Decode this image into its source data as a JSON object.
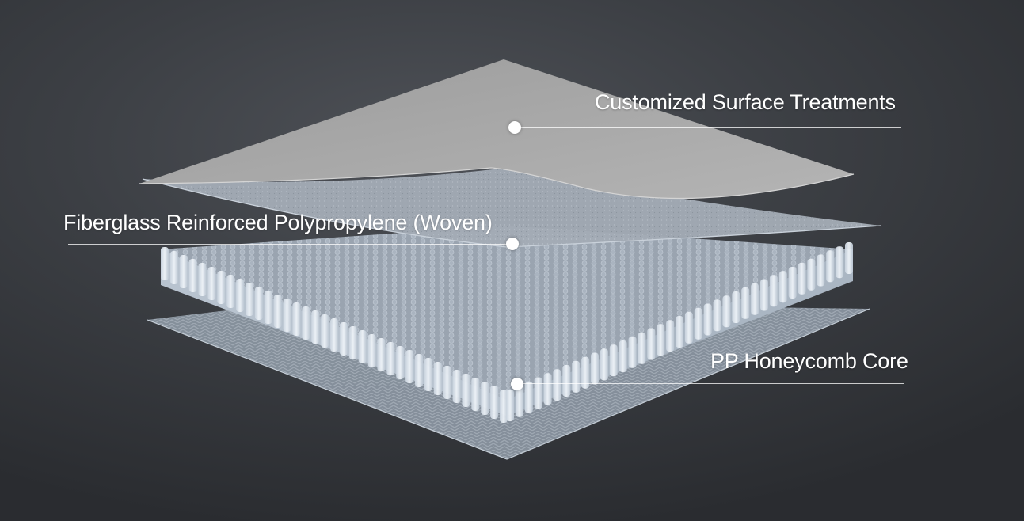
{
  "callouts": [
    {
      "id": "surface",
      "label": "Customized Surface Treatments"
    },
    {
      "id": "fiberglass",
      "label": "Fiberglass Reinforced Polypropylene (Woven)"
    },
    {
      "id": "honeycomb",
      "label": "PP Honeycomb Core"
    }
  ],
  "colors": {
    "surface_sheet": "#a6a6a6",
    "fiberglass_sheet": "#9ea6b0",
    "honeycomb_cell": "#d9e3ee",
    "bottom_sheet": "#8e98a3",
    "text": "#ffffff"
  }
}
